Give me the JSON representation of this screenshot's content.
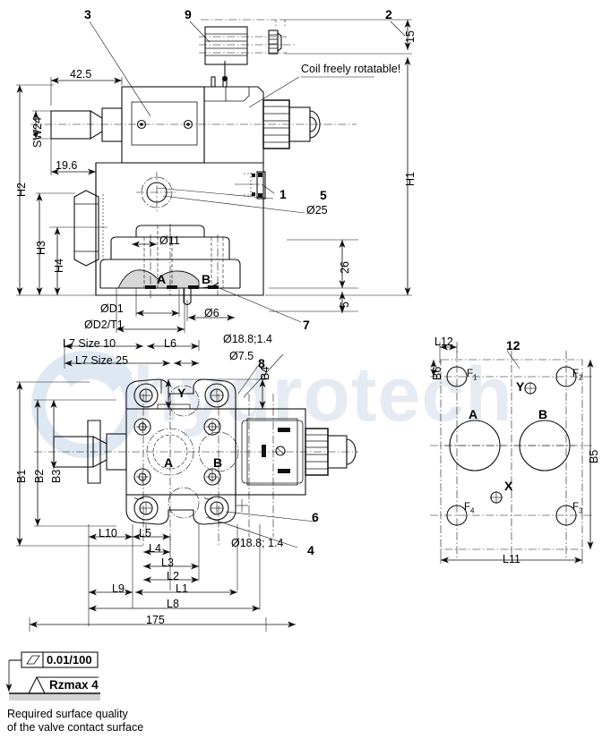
{
  "document": {
    "type": "technical-dimension-drawing",
    "subject": "Hydraulic directional valve — dimensional drawing",
    "watermark": "hydrotech",
    "watermark_color": "#c9d6e6"
  },
  "views": {
    "side_view": {
      "name": "side elevation"
    },
    "top_view": {
      "name": "top / plan view"
    },
    "mounting_pattern": {
      "name": "mounting surface / porting pattern"
    }
  },
  "callouts": [
    {
      "id": "1",
      "label": "1"
    },
    {
      "id": "2",
      "label": "2"
    },
    {
      "id": "3",
      "label": "3"
    },
    {
      "id": "4",
      "label": "4"
    },
    {
      "id": "5",
      "label": "5"
    },
    {
      "id": "6",
      "label": "6"
    },
    {
      "id": "7",
      "label": "7"
    },
    {
      "id": "8",
      "label": "8"
    },
    {
      "id": "9",
      "label": "9"
    },
    {
      "id": "12",
      "label": "12"
    }
  ],
  "notes": {
    "coil_note": "Coil freely rotatable!",
    "surface_quality_line1": "Required surface quality",
    "surface_quality_line2": "of the valve contact surface",
    "flatness_tolerance": "0.01/100",
    "roughness": "Rzmax 4"
  },
  "dimensions": {
    "side_view": {
      "d42_5": "42.5",
      "sw24": "SW24",
      "d19_6": "19.6",
      "h1": "H1",
      "h2": "H2",
      "h3": "H3",
      "h4": "H4",
      "d15": "15",
      "d26": "26",
      "d5": "5",
      "dia11": "Ø11",
      "dia25": "Ø25",
      "dia6": "Ø6",
      "diaD1": "ØD1",
      "diaD2T1": "ØD2/T1",
      "port_a": "A",
      "port_b": "B"
    },
    "top_view": {
      "l7_size10": "L7 Size 10",
      "l7_size25": "L7 Size 25",
      "l6": "L6",
      "b1": "B1",
      "b2": "B2",
      "b3": "B3",
      "b4": "B4",
      "dia18_8_1_4_top": "Ø18.8;1.4",
      "dia7_5": "Ø7.5",
      "dia18_8_1_4_bottom": "Ø18.8; 1.4",
      "port_a": "A",
      "port_b": "B",
      "port_y": "Y",
      "l10": "L10",
      "l5": "L5",
      "l4": "L4",
      "l3": "L3",
      "l2": "L2",
      "l1": "L1",
      "l9": "L9",
      "l8": "L8",
      "total_length": "175"
    },
    "mounting_pattern": {
      "l11": "L11",
      "l12": "L12",
      "b5": "B5",
      "b6": "B6",
      "port_a": "A",
      "port_b": "B",
      "port_x": "X",
      "port_y": "Y",
      "fastener_1": "F",
      "fastener_1_sub": "1",
      "fastener_2": "F",
      "fastener_2_sub": "2",
      "fastener_3": "F",
      "fastener_3_sub": "3",
      "fastener_4": "F",
      "fastener_4_sub": "4"
    }
  }
}
